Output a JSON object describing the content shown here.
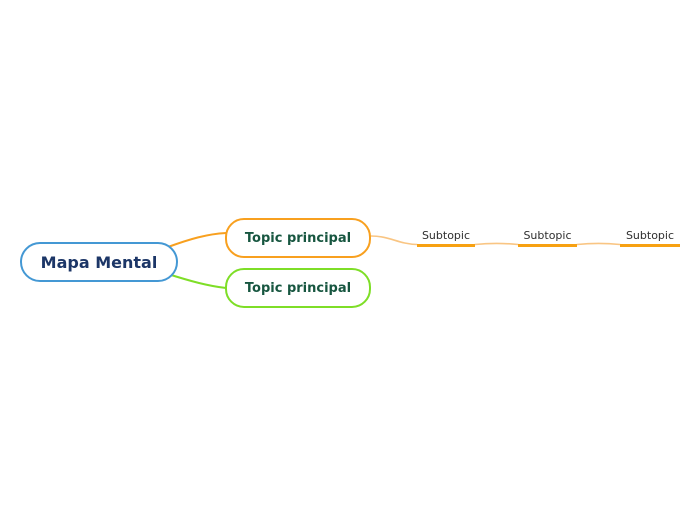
{
  "canvas": {
    "background_color": "#ffffff"
  },
  "mindmap": {
    "root": {
      "label": "Mapa Mental",
      "border_color": "#4498D4",
      "text_color": "#1C3667",
      "fill_color": "#ffffff"
    },
    "topics": [
      {
        "label": "Topic principal",
        "border_color": "#F8A01F",
        "text_color": "#175640",
        "fill_color": "#ffffff"
      },
      {
        "label": "Topic principal",
        "border_color": "#7EDE27",
        "text_color": "#175640",
        "fill_color": "#ffffff"
      }
    ],
    "subtopics": [
      {
        "label": "Subtopic"
      },
      {
        "label": "Subtopic"
      },
      {
        "label": "Subtopic"
      }
    ],
    "subtopic_style": {
      "underline_color": "#F7A112",
      "text_color": "#2E2E2E"
    },
    "connectors": {
      "root_to_topic1_color": "#F8A01F",
      "root_to_topic2_color": "#7EDE27",
      "topic_to_subtopic_color": "#F9C583"
    }
  }
}
